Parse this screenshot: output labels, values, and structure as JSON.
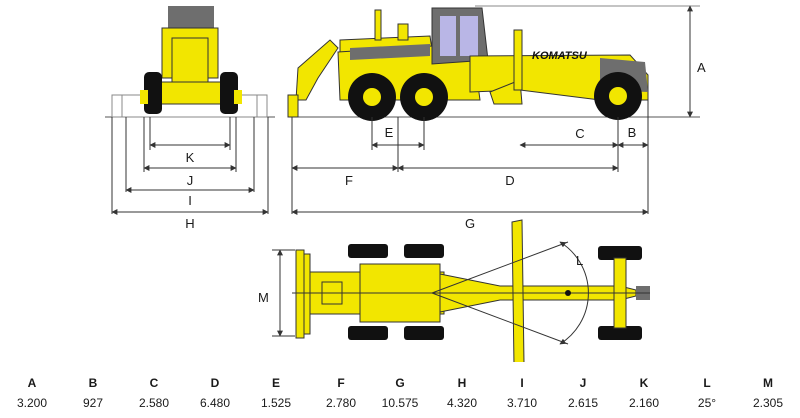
{
  "labels": {
    "A": "A",
    "B": "B",
    "C": "C",
    "D": "D",
    "E": "E",
    "F": "F",
    "G": "G",
    "H": "H",
    "I": "I",
    "J": "J",
    "K": "K",
    "L": "L",
    "M": "M"
  },
  "brand": "KOMATSU",
  "specs": [
    {
      "key": "A",
      "value": "3.200"
    },
    {
      "key": "B",
      "value": "927"
    },
    {
      "key": "C",
      "value": "2.580"
    },
    {
      "key": "D",
      "value": "6.480"
    },
    {
      "key": "E",
      "value": "1.525"
    },
    {
      "key": "F",
      "value": "2.780"
    },
    {
      "key": "G",
      "value": "10.575"
    },
    {
      "key": "H",
      "value": "4.320"
    },
    {
      "key": "I",
      "value": "3.710"
    },
    {
      "key": "J",
      "value": "2.615"
    },
    {
      "key": "K",
      "value": "2.160"
    },
    {
      "key": "L",
      "value": "25°"
    },
    {
      "key": "M",
      "value": "2.305"
    }
  ],
  "colors": {
    "body": "#f2e600",
    "tire": "#111111",
    "cab": "#6e6e6e",
    "glass": "#b9b6e6",
    "line": "#333333"
  }
}
